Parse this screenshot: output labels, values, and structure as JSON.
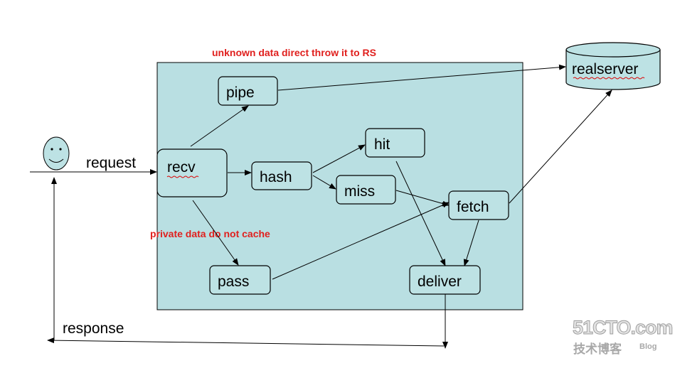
{
  "notes": {
    "pipe_note": "unknown data direct throw it to RS",
    "pass_note": "private data do not cache"
  },
  "nodes": {
    "pipe": "pipe",
    "recv": "recv",
    "hash": "hash",
    "hit": "hit",
    "miss": "miss",
    "fetch": "fetch",
    "pass": "pass",
    "deliver": "deliver",
    "realserver": "realserver"
  },
  "labels": {
    "request": "request",
    "response": "response"
  },
  "watermark": {
    "site": "51CTO.com",
    "cn": "技术博客",
    "blog": "Blog"
  },
  "colors": {
    "container_fill": "#b9dfe2",
    "note_color": "#e0201e"
  },
  "icons": [
    "smiley-face-icon",
    "database-cylinder-icon"
  ]
}
